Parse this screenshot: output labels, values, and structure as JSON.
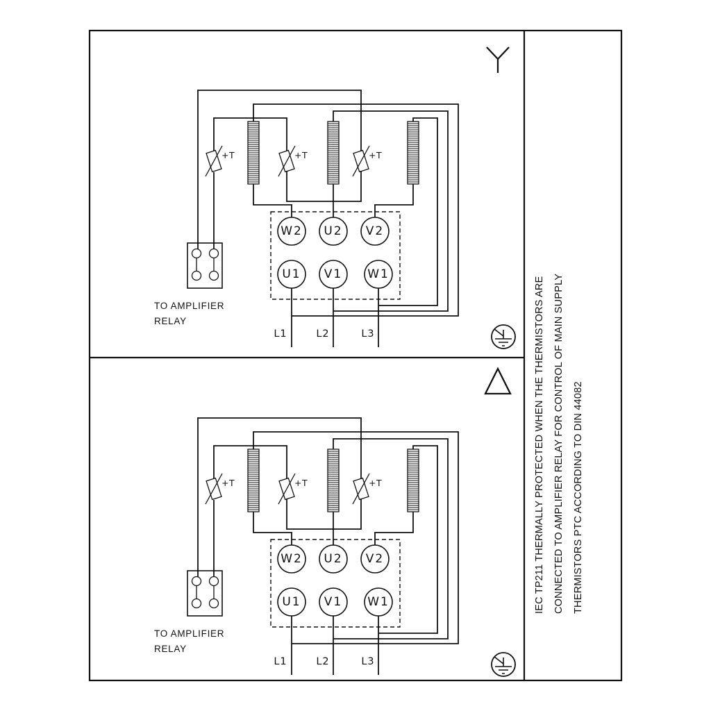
{
  "diagram": {
    "colors": {
      "ink": "#111111",
      "background": "#ffffff"
    },
    "panels": [
      {
        "name": "star-connection",
        "connection_symbol": "star",
        "terminals_top": [
          "W2",
          "U2",
          "V2"
        ],
        "terminals_bottom": [
          "U1",
          "V1",
          "W1"
        ],
        "supply_labels": [
          "L1",
          "L2",
          "L3"
        ],
        "thermistor_label": "+T",
        "relay_note": [
          "TO AMPLIFIER",
          "RELAY"
        ]
      },
      {
        "name": "delta-connection",
        "connection_symbol": "delta",
        "terminals_top": [
          "W2",
          "U2",
          "V2"
        ],
        "terminals_bottom": [
          "U1",
          "V1",
          "W1"
        ],
        "supply_labels": [
          "L1",
          "L2",
          "L3"
        ],
        "thermistor_label": "+T",
        "relay_note": [
          "TO AMPLIFIER",
          "RELAY"
        ]
      }
    ],
    "side_note": [
      "IEC TP211 THERMALLY PROTECTED WHEN THE THERMISTORS ARE",
      "CONNECTED TO AMPLIFIER RELAY FOR CONTROL OF MAIN SUPPLY",
      "THERMISTORS PTC ACCORDING TO DIN 44082"
    ]
  }
}
